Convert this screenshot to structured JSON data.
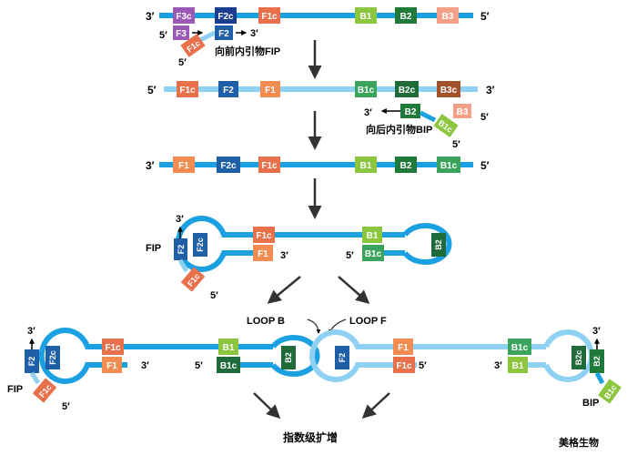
{
  "primes": {
    "p3": "3′",
    "p5": "5′"
  },
  "regions": {
    "F3": "F3",
    "F3c": "F3c",
    "F2": "F2",
    "F2c": "F2c",
    "F1": "F1",
    "F1c": "F1c",
    "B1": "B1",
    "B1c": "B1c",
    "B2": "B2",
    "B2c": "B2c",
    "B3": "B3",
    "B3c": "B3c"
  },
  "labels": {
    "fip_caption": "向前内引物FIP",
    "bip_caption": "向后内引物BIP",
    "FIP": "FIP",
    "BIP": "BIP",
    "loop_b": "LOOP B",
    "loop_f": "LOOP F",
    "amplification": "指数级扩增",
    "watermark": "美格生物"
  },
  "colors": {
    "strand_dark": "#1ba1e2",
    "strand_light": "#8fd1f2",
    "F3": "#9b59b6",
    "F2": "#1f5fa8",
    "F2c_dark": "#1a3d8f",
    "F1": "#f28c50",
    "F1c": "#e8704a",
    "B1": "#8cc63f",
    "B1c": "#3aa35c",
    "B2": "#1f7a3a",
    "B2c": "#1f6b3a",
    "B3": "#f4a089",
    "B3c": "#a0522d"
  }
}
